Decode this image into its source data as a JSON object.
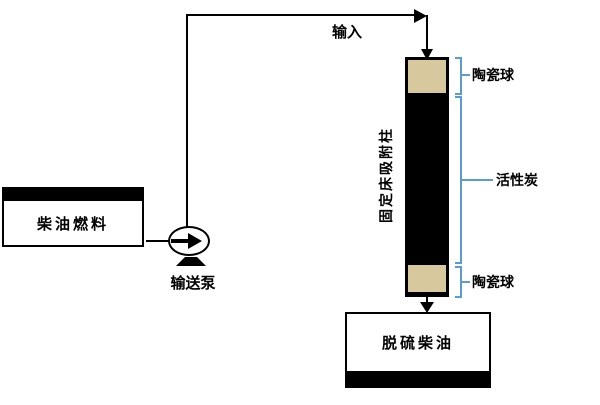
{
  "diagram": {
    "input_label": "输入",
    "diesel_box": {
      "label": "柴油燃料"
    },
    "pump": {
      "label": "输送泵"
    },
    "column": {
      "label": "固定床吸附柱",
      "sections": [
        {
          "name": "ceramic-top",
          "label": "陶瓷球",
          "color": "#d8c89e"
        },
        {
          "name": "activated-carbon",
          "label": "活性炭",
          "color": "#000000"
        },
        {
          "name": "ceramic-bottom",
          "label": "陶瓷球",
          "color": "#d8c89e"
        }
      ]
    },
    "output_box": {
      "label": "脱硫柴油"
    },
    "colors": {
      "line": "#000000",
      "bracket": "#5b9bd5",
      "ceramic": "#d8c89e",
      "carbon": "#000000"
    }
  }
}
